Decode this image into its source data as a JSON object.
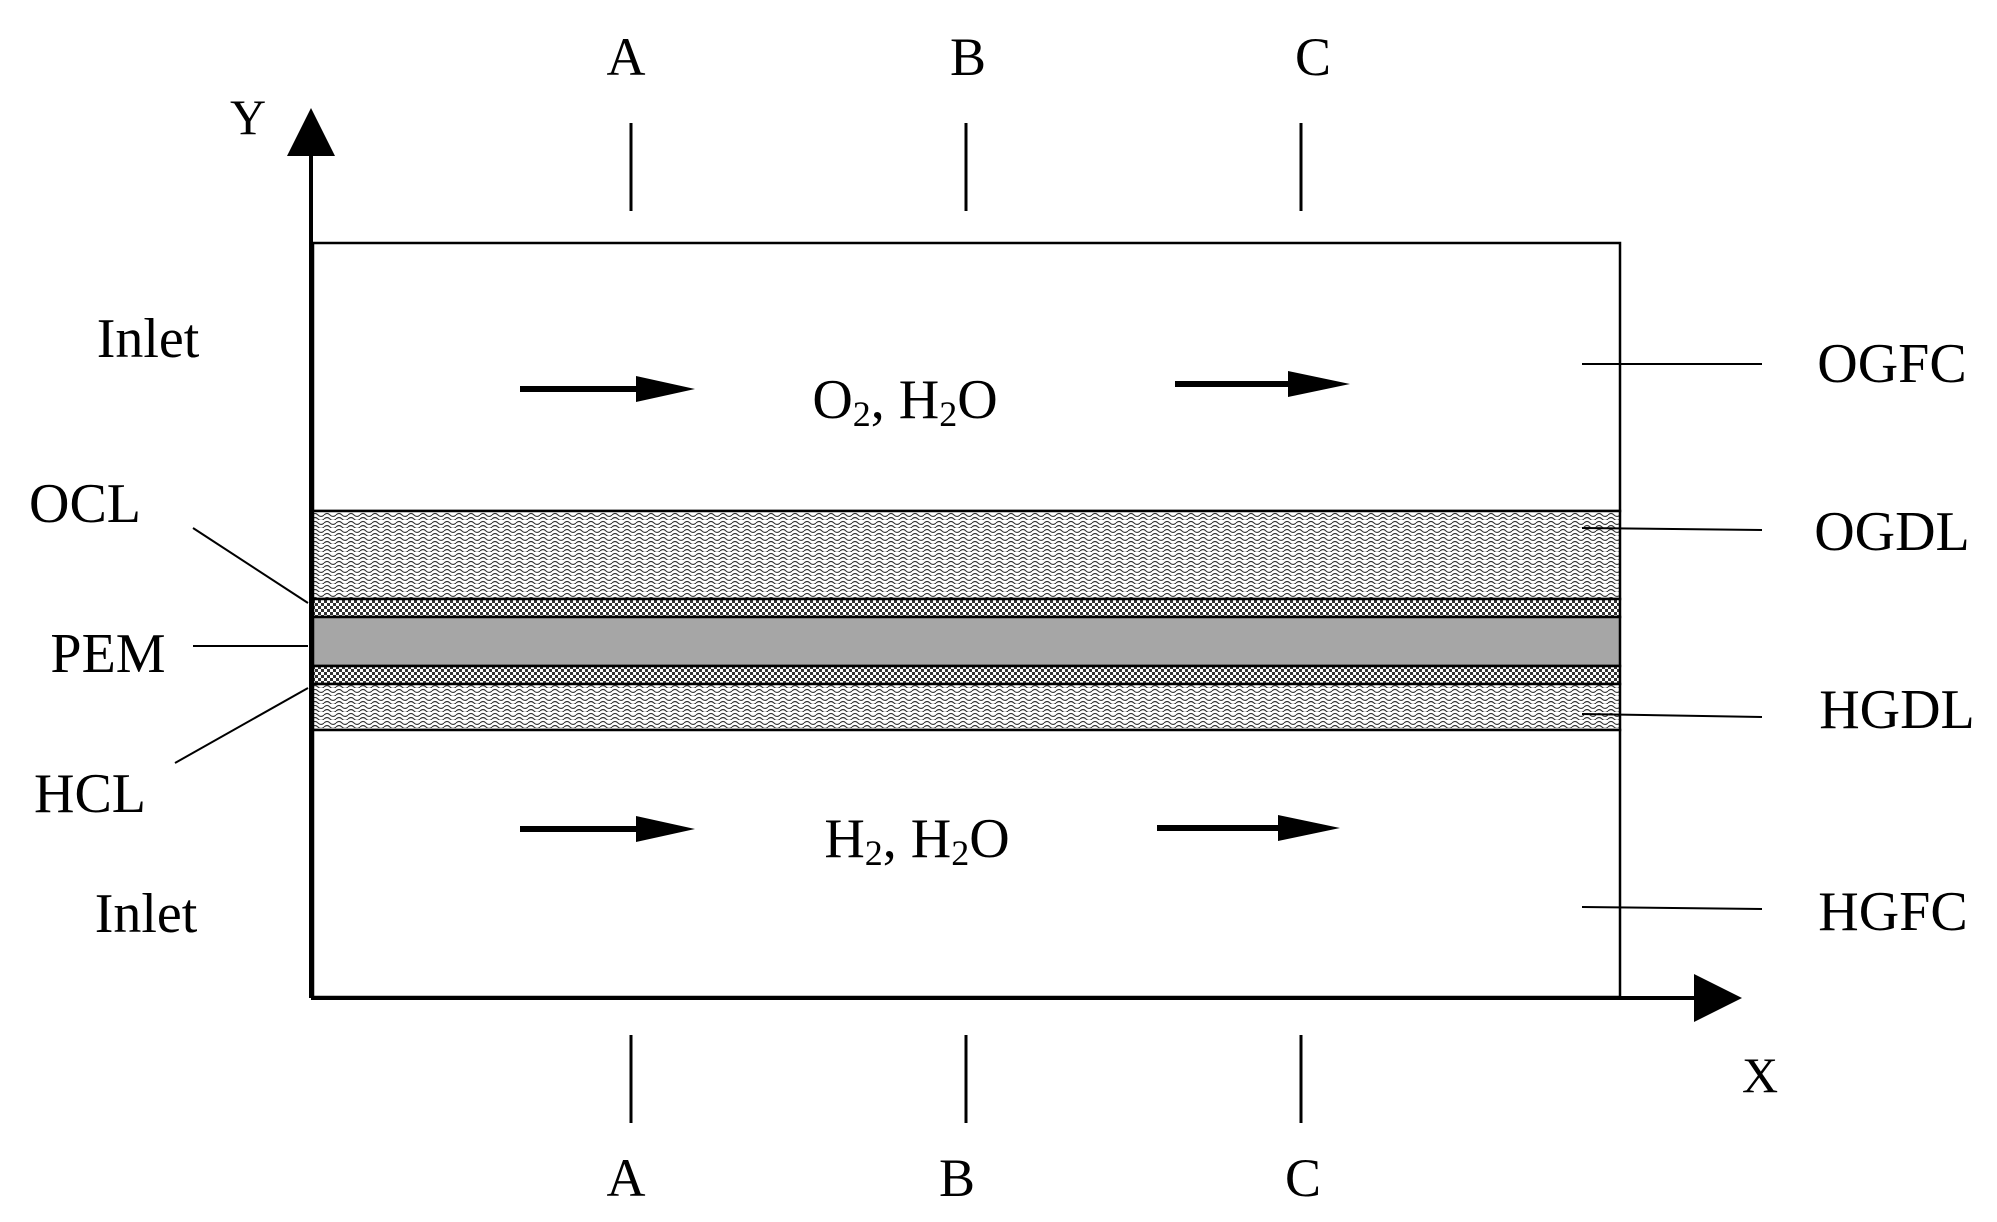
{
  "axes": {
    "x": "X",
    "y": "Y"
  },
  "sections": {
    "top": [
      "A",
      "B",
      "C"
    ],
    "bottom": [
      "A",
      "B",
      "C"
    ]
  },
  "left_labels": {
    "inlet_top": "Inlet",
    "ocl": "OCL",
    "pem": "PEM",
    "hcl": "HCL",
    "inlet_bottom": "Inlet"
  },
  "right_labels": {
    "ogfc": "OGFC",
    "ogdl": "OGDL",
    "hgdl": "HGDL",
    "hgfc": "HGFC"
  },
  "species": {
    "anode_top": {
      "a": "O",
      "a_sub": "2",
      "sep": ", ",
      "b": "H",
      "b_sub": "2",
      "c": "O"
    },
    "cathode_bottom": {
      "a": "H",
      "a_sub": "2",
      "sep": ", ",
      "b": "H",
      "b_sub": "2",
      "c": "O"
    }
  },
  "colors": {
    "membrane": "#a6a6a6",
    "line": "#000000",
    "background": "#ffffff"
  }
}
